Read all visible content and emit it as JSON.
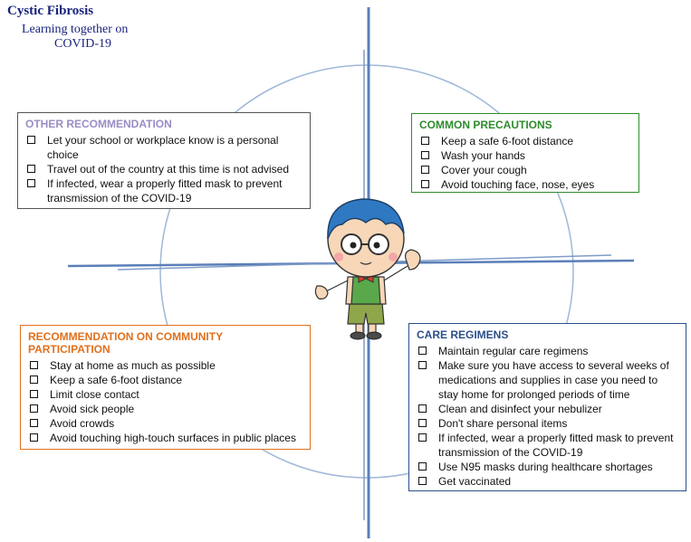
{
  "header": {
    "title": "Cystic Fibrosis",
    "subtitle_line1": "Learning together on",
    "subtitle_line2": "COVID-19"
  },
  "colors": {
    "title": "#1a237e",
    "axis": "#5b7fb8",
    "circle": "#9fb8d8",
    "other": "#9b8cc4",
    "common": "#2e8b2e",
    "community": "#e0701c",
    "care": "#2b4f8a"
  },
  "other_recommendation": {
    "title": "OTHER RECOMMENDATION",
    "items": [
      "Let your school or workplace know is a personal choice",
      "Travel out of the country at this time is not advised",
      "If infected, wear a properly fitted mask to prevent transmission of the COVID-19"
    ]
  },
  "common_precautions": {
    "title": "COMMON PRECAUTIONS",
    "items": [
      "Keep a safe 6-foot distance",
      "Wash your hands",
      "Cover your cough",
      "Avoid touching face, nose, eyes"
    ]
  },
  "community_participation": {
    "title": "RECOMMENDATION ON COMMUNITY PARTICIPATION",
    "items": [
      "Stay at home as much as possible",
      "Keep a safe 6-foot distance",
      "Limit close contact",
      "Avoid sick people",
      "Avoid crowds",
      "Avoid touching high-touch surfaces in public places"
    ]
  },
  "care_regimens": {
    "title": "CARE REGIMENS",
    "items": [
      "Maintain regular care regimens",
      "Make sure you have access to several weeks of medications and supplies in case you need to stay home for prolonged periods of time",
      "Clean and disinfect your nebulizer",
      "Don't share personal items",
      "If infected, wear a properly fitted mask to prevent transmission of the COVID-19",
      " Use N95 masks during healthcare shortages",
      "Get vaccinated"
    ]
  },
  "figure": {
    "icon": "cartoon-boy-icon"
  }
}
